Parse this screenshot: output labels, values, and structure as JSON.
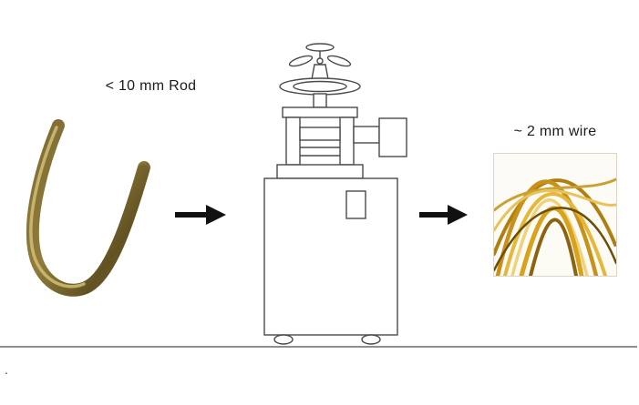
{
  "diagram": {
    "rod_label": "< 10 mm Rod",
    "wire_label": "~ 2 mm wire",
    "footer_dot": "."
  },
  "icons": {
    "arrow_1": "right-arrow",
    "arrow_2": "right-arrow",
    "machine": "rolling-mill-line-drawing",
    "rod": "bent-brass-rod-photo",
    "wire": "gold-wire-coil-photo"
  },
  "colors": {
    "rod_brass_dark": "#6b5a26",
    "rod_brass_mid": "#a38c44",
    "rod_brass_light": "#d6c37a",
    "wire_gold": "#d9a21b",
    "wire_gold_light": "#f0d27a",
    "machine_line": "#4a4a4a",
    "ground_line": "#8f8f8f",
    "arrow_black": "#111111"
  }
}
